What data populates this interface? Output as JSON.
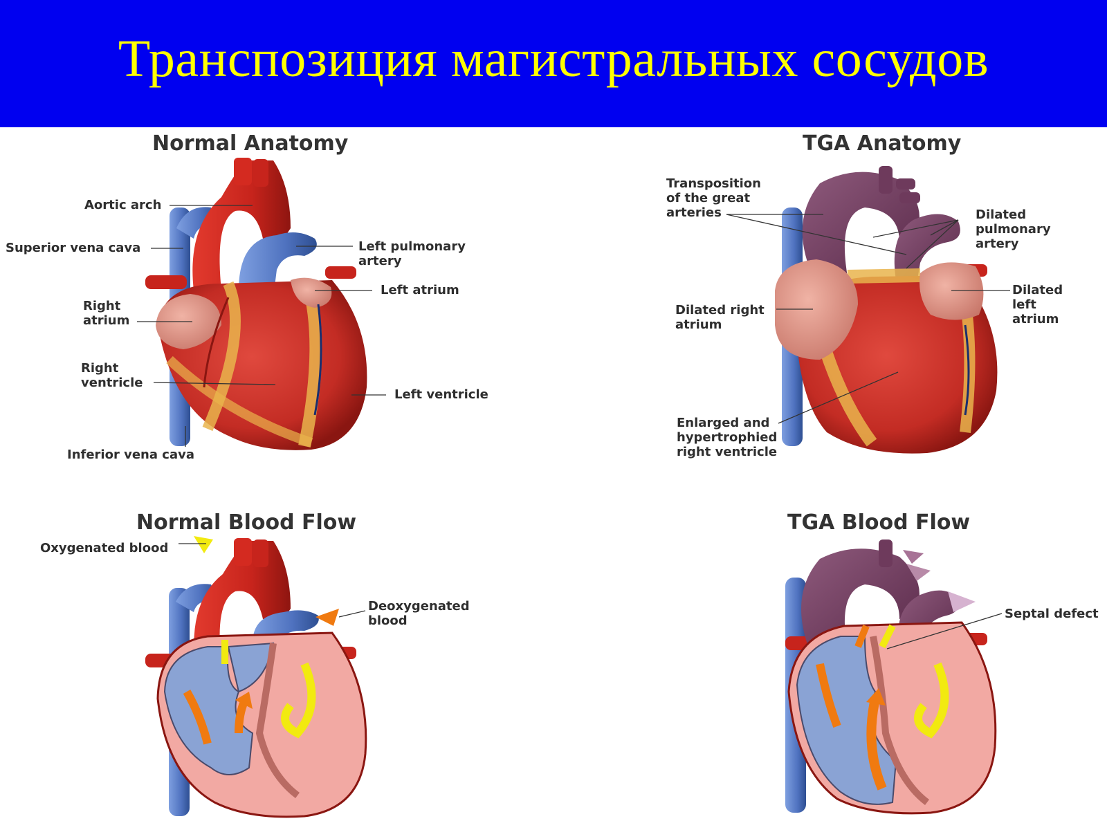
{
  "slide": {
    "title": "Транспозиция магистральных сосудов",
    "banner_color": "#0000f0",
    "title_color": "#ffff00"
  },
  "panels": {
    "normal_anatomy": {
      "title": "Normal Anatomy",
      "labels": {
        "aortic_arch": [
          "Aortic arch"
        ],
        "superior_vena_cava": [
          "Superior vena cava"
        ],
        "left_pulmonary_artery": [
          "Left pulmonary",
          "artery"
        ],
        "left_atrium": [
          "Left atrium"
        ],
        "right_atrium": [
          "Right",
          "atrium"
        ],
        "right_ventricle": [
          "Right",
          "ventricle"
        ],
        "left_ventricle": [
          "Left ventricle"
        ],
        "inferior_vena_cava": [
          "Inferior vena cava"
        ]
      }
    },
    "tga_anatomy": {
      "title": "TGA Anatomy",
      "labels": {
        "transposition": [
          "Transposition",
          "of the great",
          "arteries"
        ],
        "dilated_pulmonary_artery": [
          "Dilated",
          "pulmonary",
          "artery"
        ],
        "dilated_right_atrium": [
          "Dilated right",
          "atrium"
        ],
        "dilated_left_atrium": [
          "Dilated",
          "left",
          "atrium"
        ],
        "enlarged_right_ventricle": [
          "Enlarged and",
          "hypertrophied",
          "right ventricle"
        ]
      }
    },
    "normal_flow": {
      "title": "Normal Blood Flow",
      "labels": {
        "oxygenated_blood": [
          "Oxygenated blood"
        ],
        "deoxygenated_blood": [
          "Deoxygenated",
          "blood"
        ]
      }
    },
    "tga_flow": {
      "title": "TGA Blood Flow",
      "labels": {
        "septal_defect": [
          "Septal defect"
        ]
      }
    }
  },
  "colors": {
    "oxygenated": "#d8261f",
    "deoxygenated": "#5b7fbf",
    "muscle": "#c8322a",
    "fat": "#e9b44c",
    "tga_artery": "#6e3a5c",
    "flow_yellow": "#f2ea10",
    "flow_orange": "#f07a10",
    "interior_pink": "#f2a9a3",
    "interior_blue": "#8aa3d4"
  }
}
